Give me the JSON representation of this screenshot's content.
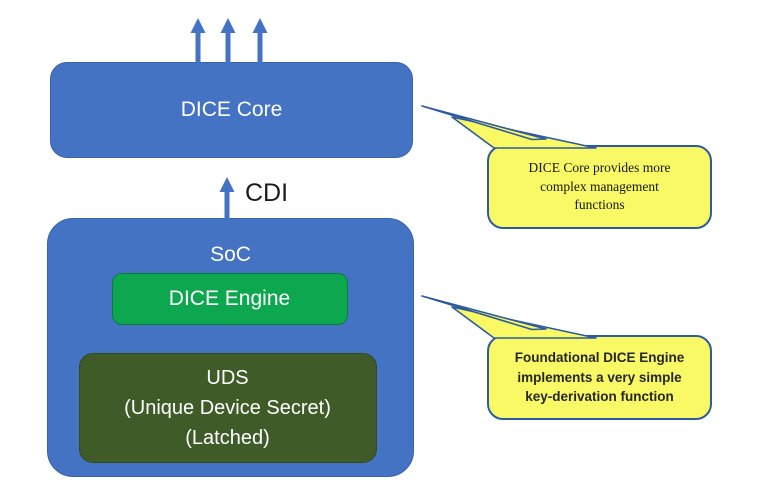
{
  "diagram": {
    "dice_core_label": "DICE Core",
    "cdi_label": "CDI",
    "soc_label": "SoC",
    "dice_engine_label": "DICE Engine",
    "uds_lines": [
      "UDS",
      "(Unique Device Secret)",
      "(Latched)"
    ],
    "callouts": [
      {
        "lines": [
          "DICE Core provides more",
          "complex management",
          "functions"
        ]
      },
      {
        "lines": [
          "Foundational DICE Engine",
          "implements a very simple",
          "key-derivation function"
        ]
      }
    ]
  },
  "colors": {
    "box-blue": "#4573C4",
    "box-blue-border": "#3862A9",
    "engine-green": "#0DA750",
    "engine-green-border": "#077E3B",
    "uds-olive": "#3E5B28",
    "uds-olive-border": "#33491F",
    "callout-yellow": "#F8F964",
    "callout-border": "#2E5B9F",
    "arrow-blue": "#4472C4"
  }
}
